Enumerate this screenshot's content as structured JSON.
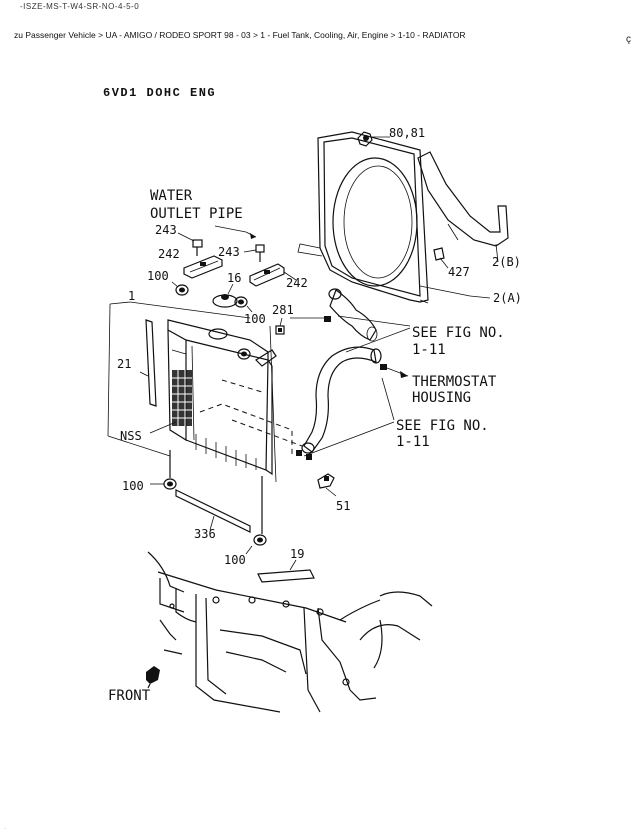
{
  "header": {
    "top_text": "-ISZE-MS-T-W4-SR-NO-4-5-0",
    "breadcrumb": "zu Passenger Vehicle > UA - AMIGO / RODEO SPORT 98 - 03 > 1 - Fuel Tank, Cooling, Air, Engine > 1-10 - RADIATOR",
    "mark": "ç"
  },
  "diagram": {
    "engine": "6VD1 DOHC ENG",
    "callouts": {
      "p80_81": "80,81",
      "p2b": "2(B)",
      "p2a": "2(A)",
      "p427": "427",
      "water1": "WATER",
      "water2": "OUTLET PIPE",
      "p243a": "243",
      "p243b": "243",
      "p242a": "242",
      "p242b": "242",
      "p16": "16",
      "p100a": "100",
      "p100b": "100",
      "p100c": "100",
      "p100d": "100",
      "p281": "281",
      "p1": "1",
      "p21": "21",
      "nss": "NSS",
      "see1a": "SEE FIG NO.",
      "see1b": "1-11",
      "thermo1": "THERMOSTAT",
      "thermo2": "HOUSING",
      "see2a": "SEE FIG NO.",
      "see2b": "1-11",
      "p51": "51",
      "p336": "336",
      "p19": "19",
      "front": "FRONT"
    }
  },
  "footer": {
    "mark": "·"
  }
}
